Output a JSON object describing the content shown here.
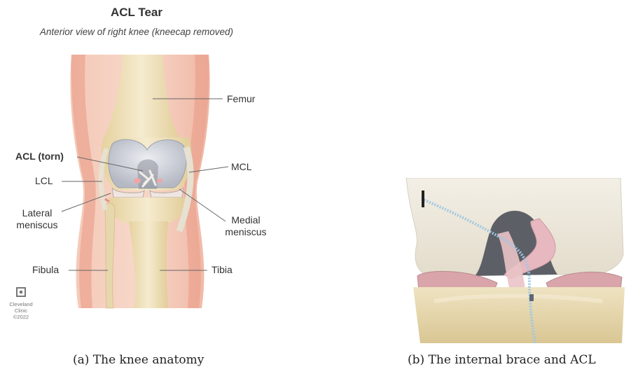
{
  "figure_a": {
    "title": "ACL Tear",
    "subtitle": "Anterior view of right knee (kneecap removed)",
    "labels": {
      "femur": "Femur",
      "acl": "ACL (torn)",
      "lcl": "LCL",
      "mcl": "MCL",
      "lateral_meniscus_line1": "Lateral",
      "lateral_meniscus_line2": "meniscus",
      "medial_meniscus_line1": "Medial",
      "medial_meniscus_line2": "meniscus",
      "fibula": "Fibula",
      "tibia": "Tibia"
    },
    "logo": {
      "line1": "Cleveland",
      "line2": "Clinic",
      "line3": "©2022"
    },
    "caption": "(a) The knee anatomy"
  },
  "figure_b": {
    "caption": "(b) The internal brace and ACL"
  },
  "colors": {
    "skin": "#f0b7a4",
    "bone": "#efe2c0",
    "cartilage": "#cdd0d8",
    "ligament": "#e9e2cc",
    "brace": "#9fc8e0",
    "meniscus": "#d9a9ad"
  }
}
